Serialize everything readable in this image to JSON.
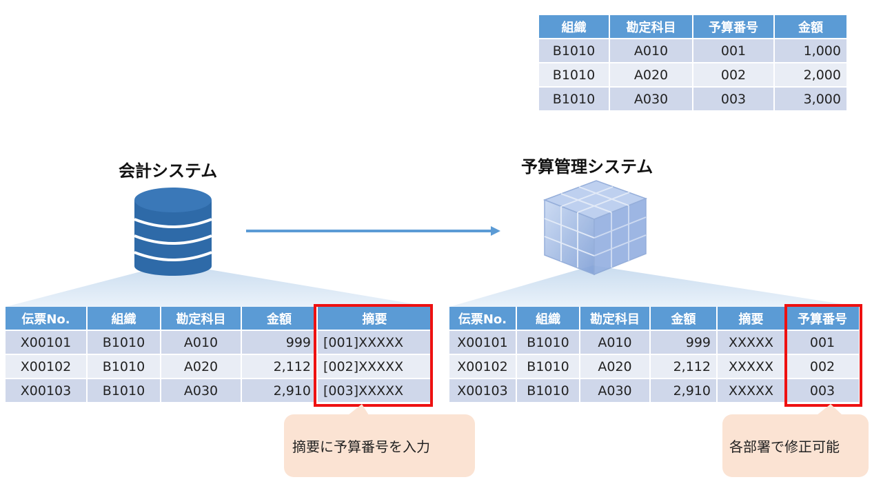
{
  "budget_table": {
    "headers": [
      "組織",
      "勘定科目",
      "予算番号",
      "金額"
    ],
    "rows": [
      [
        "B1010",
        "A010",
        "001",
        "1,000"
      ],
      [
        "B1010",
        "A020",
        "002",
        "2,000"
      ],
      [
        "B1010",
        "A030",
        "003",
        "3,000"
      ]
    ]
  },
  "accounting_system": {
    "title": "会計システム",
    "table": {
      "headers": [
        "伝票No.",
        "組織",
        "勘定科目",
        "金額",
        "摘要"
      ],
      "rows": [
        [
          "X00101",
          "B1010",
          "A010",
          "999",
          "[001]XXXXX"
        ],
        [
          "X00102",
          "B1010",
          "A020",
          "2,112",
          "[002]XXXXX"
        ],
        [
          "X00103",
          "B1010",
          "A030",
          "2,910",
          "[003]XXXXX"
        ]
      ]
    },
    "callout": "摘要に予算番号を入力"
  },
  "budget_system": {
    "title": "予算管理システム",
    "table": {
      "headers": [
        "伝票No.",
        "組織",
        "勘定科目",
        "金額",
        "摘要",
        "予算番号"
      ],
      "rows": [
        [
          "X00101",
          "B1010",
          "A010",
          "999",
          "XXXXX",
          "001"
        ],
        [
          "X00102",
          "B1010",
          "A020",
          "2,112",
          "XXXXX",
          "002"
        ],
        [
          "X00103",
          "B1010",
          "A030",
          "2,910",
          "XXXXX",
          "003"
        ]
      ]
    },
    "callout": "各部署で修正可能"
  },
  "colors": {
    "header": "#5b9bd5",
    "row_dark": "#cfd7ea",
    "row_light": "#e9edf5",
    "highlight": "#ee1111",
    "callout": "#fbe3d3",
    "database": "#2e6aa8",
    "arrow": "#5b9bd5"
  },
  "icons": [
    "database-icon",
    "cube-icon",
    "arrow-right-icon"
  ]
}
